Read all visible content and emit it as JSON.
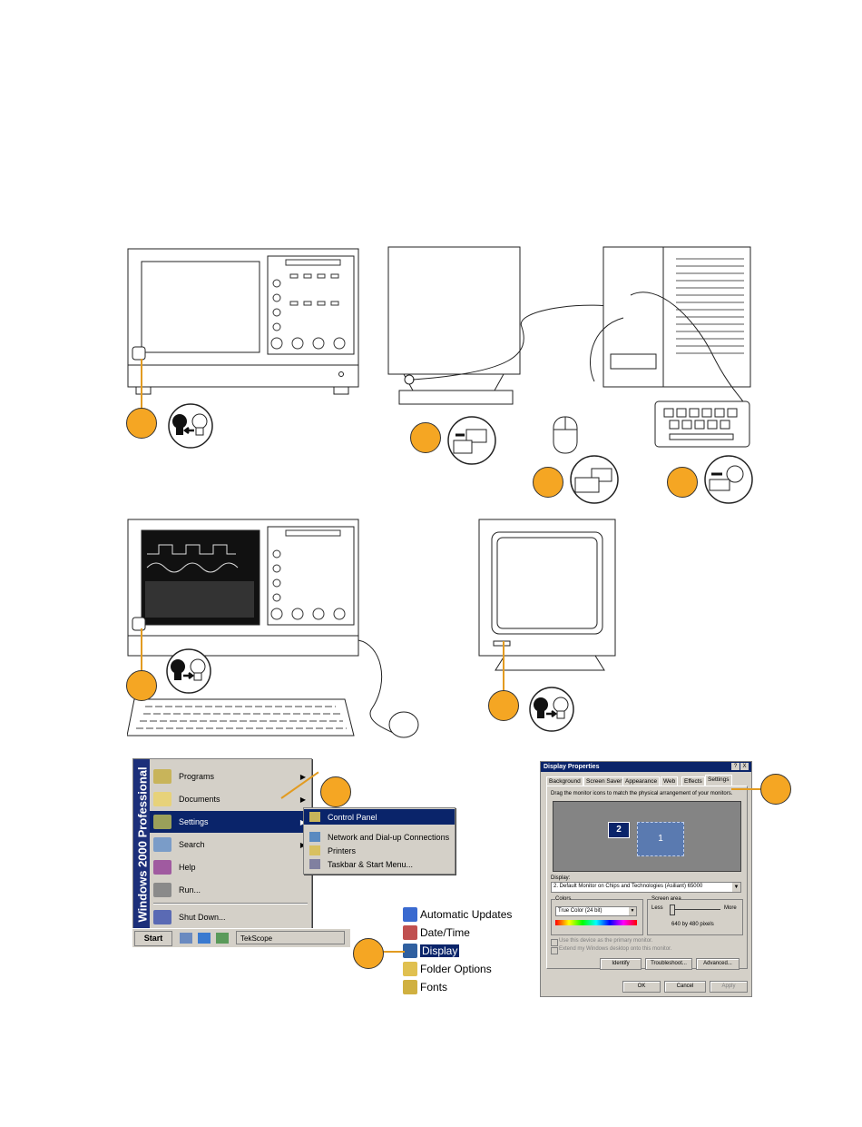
{
  "start_menu": {
    "banner": "Windows 2000 Professional",
    "items": [
      {
        "label": "Programs",
        "arrow": true
      },
      {
        "label": "Documents",
        "arrow": true
      },
      {
        "label": "Settings",
        "arrow": true
      },
      {
        "label": "Search",
        "arrow": true
      },
      {
        "label": "Help",
        "arrow": false
      },
      {
        "label": "Run...",
        "arrow": false
      },
      {
        "label": "Shut Down...",
        "arrow": false
      }
    ],
    "selected": "Settings"
  },
  "taskbar": {
    "start_label": "Start",
    "task_label": "TekScope"
  },
  "settings_submenu": {
    "items": [
      "Control Panel",
      "Network and Dial-up Connections",
      "Printers",
      "Taskbar & Start Menu..."
    ],
    "selected": "Control Panel"
  },
  "control_panel": {
    "items": [
      "Automatic Updates",
      "Date/Time",
      "Display",
      "Folder Options",
      "Fonts"
    ],
    "selected": "Display"
  },
  "display_properties": {
    "title": "Display Properties",
    "title_buttons": [
      "?",
      "X"
    ],
    "tabs": [
      "Background",
      "Screen Saver",
      "Appearance",
      "Web",
      "Effects",
      "Settings"
    ],
    "active_tab": "Settings",
    "instruction": "Drag the monitor icons to match the physical arrangement of your monitors.",
    "monitor_labels": [
      "2",
      "1"
    ],
    "display_label": "Display:",
    "display_value": "2. Default Monitor on Chips and Technologies (Asiliant) 65000",
    "colors_label": "Colors",
    "colors_value": "True Color (24 bit)",
    "screen_area_label": "Screen area",
    "less_label": "Less",
    "more_label": "More",
    "resolution": "640 by 480 pixels",
    "checkbox_1": "Use this device as the primary monitor.",
    "checkbox_2": "Extend my Windows desktop onto this monitor.",
    "buttons": [
      "Identify",
      "Troubleshoot...",
      "Advanced..."
    ],
    "footer_buttons": [
      "OK",
      "Cancel",
      "Apply"
    ]
  },
  "colors": {
    "callout": "#f5a623",
    "selection": "#0a246a",
    "dialog": "#d4d0c8"
  }
}
